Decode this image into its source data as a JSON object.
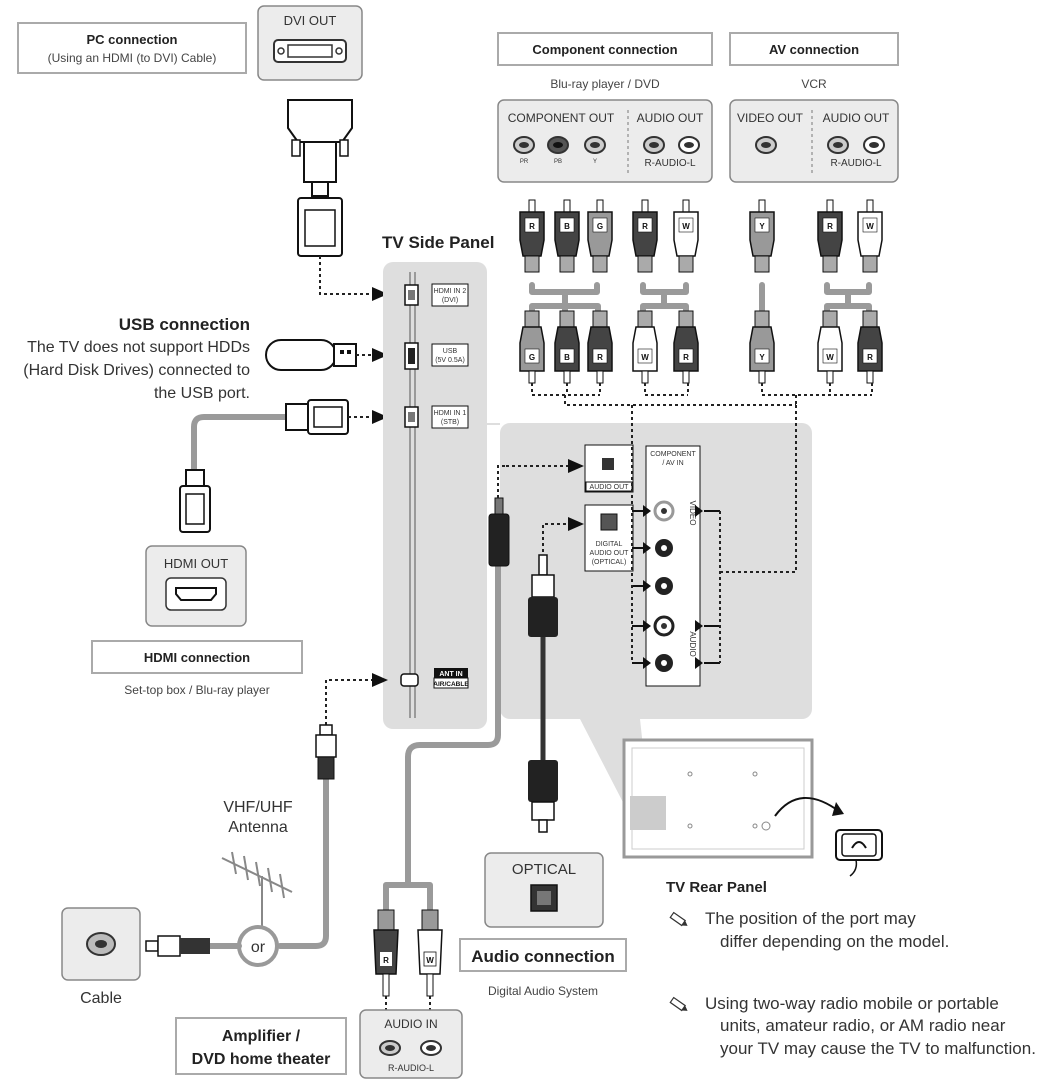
{
  "pc": {
    "title": "PC connection",
    "subtitle": "(Using an HDMI (to DVI) Cable)",
    "port": "DVI OUT"
  },
  "usb": {
    "title": "USB connection",
    "line1": "The TV does not support HDDs",
    "line2": "(Hard Disk Drives) connected to",
    "line3": "the USB port."
  },
  "hdmi": {
    "port": "HDMI OUT",
    "title": "HDMI connection",
    "devices": "Set-top box / Blu-ray player"
  },
  "side_panel": {
    "title": "TV Side Panel",
    "hdmi2_a": "HDMI IN 2",
    "hdmi2_b": "(DVI)",
    "usb_a": "USB",
    "usb_b": "(5V 0.5A)",
    "hdmi1_a": "HDMI IN 1",
    "hdmi1_b": "(STB)",
    "ant_a": "ANT IN",
    "ant_b": "AIR/CABLE"
  },
  "component": {
    "title": "Component connection",
    "devices": "Blu-ray player / DVD",
    "out": "COMPONENT OUT",
    "audio_out": "AUDIO OUT",
    "pr": "PR",
    "pb": "PB",
    "y": "Y",
    "rl": "R-AUDIO-L"
  },
  "av": {
    "title": "AV connection",
    "devices": "VCR",
    "video_out": "VIDEO OUT",
    "audio_out": "AUDIO OUT",
    "rl": "R-AUDIO-L"
  },
  "plugs": {
    "r": "R",
    "b": "B",
    "g": "G",
    "w": "W",
    "y": "Y"
  },
  "rear_panel": {
    "audio_out": "AUDIO OUT",
    "dig1": "DIGITAL",
    "dig2": "AUDIO OUT",
    "dig3": "(OPTICAL)",
    "comp1": "COMPONENT",
    "comp2": "/ AV IN",
    "video": "VIDEO",
    "audio": "AUDIO",
    "title": "TV Rear Panel"
  },
  "antenna": {
    "label1": "VHF/UHF",
    "label2": "Antenna",
    "or": "or",
    "cable": "Cable"
  },
  "optical": {
    "port": "OPTICAL",
    "title": "Audio connection",
    "devices": "Digital Audio System"
  },
  "amp": {
    "title1": "Amplifier /",
    "title2": "DVD home theater",
    "port": "AUDIO IN",
    "rl": "R-AUDIO-L"
  },
  "notes": {
    "n1a": "The position of the port may",
    "n1b": "differ depending on the model.",
    "n2a": "Using two-way radio mobile or portable",
    "n2b": "units, amateur radio, or AM radio near",
    "n2c": "your TV may cause the TV to malfunction."
  },
  "colors": {
    "panel": "#dedede",
    "cable": "#9a9a9a",
    "dark": "#333333"
  }
}
